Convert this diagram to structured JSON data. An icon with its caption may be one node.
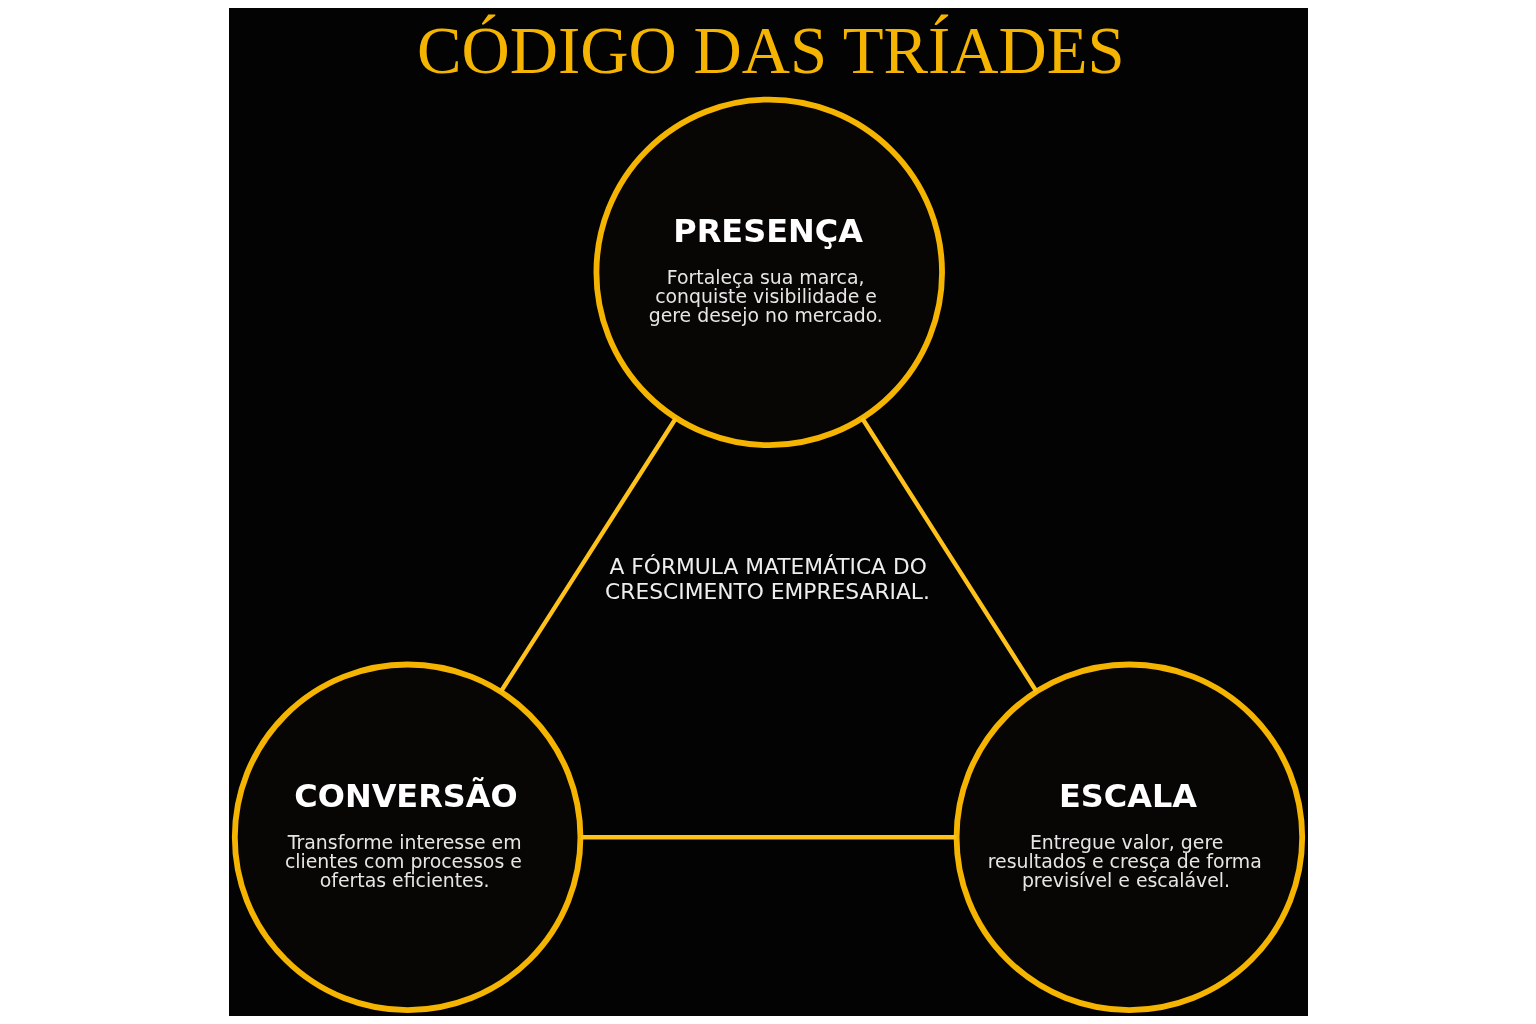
{
  "diagram": {
    "title": "CÓDIGO DAS TRÍADES",
    "nodes": [
      {
        "text": [
          "PRESENÇA",
          "Fortaleça sua marca, conquiste visibilidade e gere desejo no mercado."
        ]
      },
      {
        "text": [
          "CONVERSÃO",
          "Transforme interesse em clientes com processos e ofertas eficientes."
        ]
      },
      {
        "text": [
          "ESCALA",
          "Entregue valor, gere resultados e cresça de forma previsível e escalável."
        ]
      }
    ],
    "edges": [
      {
        "from": 0,
        "to": 1,
        "arrow": "none"
      },
      {
        "from": 0,
        "to": 2,
        "arrow": "none"
      },
      {
        "from": 1,
        "to": 2,
        "arrow": "none"
      }
    ],
    "labels": [
      "A FÓRMULA MATEMÁTICA DO CRESCIMENTO EMPRESARIAL."
    ]
  }
}
